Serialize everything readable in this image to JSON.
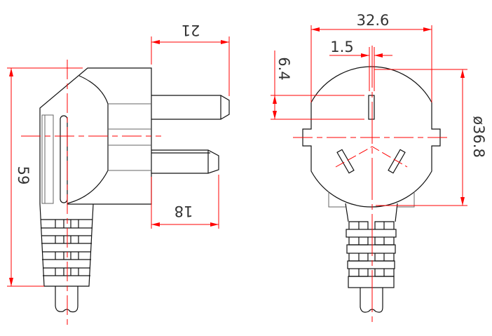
{
  "drawing": {
    "side_view": {
      "dimensions": {
        "overall_height": "59",
        "long_pin_length": "21",
        "short_pin_length": "18"
      }
    },
    "front_view": {
      "dimensions": {
        "width": "32.6",
        "earth_pin_width": "1.5",
        "earth_pin_length": "6.4",
        "diameter": "ø36.8"
      }
    },
    "colors": {
      "outline": "#111111",
      "dimension": "#ff0000",
      "text": "#333333"
    }
  }
}
